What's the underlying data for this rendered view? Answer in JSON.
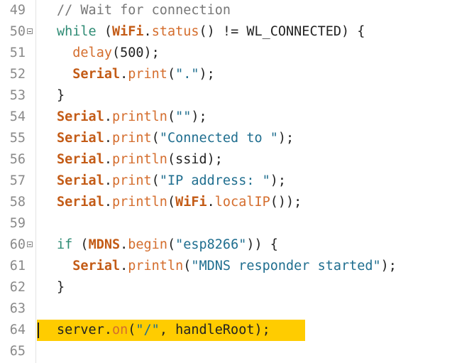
{
  "colors": {
    "background": "#ffffff",
    "line_number": "#8a8a8a",
    "highlight": "#ffcc00",
    "keyword": "#2e8b74",
    "object": "#c35b16",
    "function": "#d46d2d",
    "string": "#1f6e8f",
    "comment": "#777777"
  },
  "editor": {
    "lines": [
      {
        "n": "49",
        "tokens": [
          [
            "comment",
            "// Wait for connection"
          ]
        ]
      },
      {
        "n": "50",
        "fold": true,
        "tokens": [
          [
            "kw",
            "while"
          ],
          [
            "plain",
            " ("
          ],
          [
            "obj",
            "WiFi"
          ],
          [
            "plain",
            "."
          ],
          [
            "fn",
            "status"
          ],
          [
            "plain",
            "() != WL_CONNECTED) {"
          ]
        ]
      },
      {
        "n": "51",
        "tokens": [
          [
            "plain",
            "  "
          ],
          [
            "fn",
            "delay"
          ],
          [
            "plain",
            "(500);"
          ]
        ]
      },
      {
        "n": "52",
        "tokens": [
          [
            "plain",
            "  "
          ],
          [
            "obj",
            "Serial"
          ],
          [
            "plain",
            "."
          ],
          [
            "fn",
            "print"
          ],
          [
            "plain",
            "("
          ],
          [
            "str",
            "\".\""
          ],
          [
            "plain",
            ");"
          ]
        ]
      },
      {
        "n": "53",
        "tokens": [
          [
            "plain",
            "}"
          ]
        ]
      },
      {
        "n": "54",
        "tokens": [
          [
            "obj",
            "Serial"
          ],
          [
            "plain",
            "."
          ],
          [
            "fn",
            "println"
          ],
          [
            "plain",
            "("
          ],
          [
            "str",
            "\"\""
          ],
          [
            "plain",
            ");"
          ]
        ]
      },
      {
        "n": "55",
        "tokens": [
          [
            "obj",
            "Serial"
          ],
          [
            "plain",
            "."
          ],
          [
            "fn",
            "print"
          ],
          [
            "plain",
            "("
          ],
          [
            "str",
            "\"Connected to \""
          ],
          [
            "plain",
            ");"
          ]
        ]
      },
      {
        "n": "56",
        "tokens": [
          [
            "obj",
            "Serial"
          ],
          [
            "plain",
            "."
          ],
          [
            "fn",
            "println"
          ],
          [
            "plain",
            "(ssid);"
          ]
        ]
      },
      {
        "n": "57",
        "tokens": [
          [
            "obj",
            "Serial"
          ],
          [
            "plain",
            "."
          ],
          [
            "fn",
            "print"
          ],
          [
            "plain",
            "("
          ],
          [
            "str",
            "\"IP address: \""
          ],
          [
            "plain",
            ");"
          ]
        ]
      },
      {
        "n": "58",
        "tokens": [
          [
            "obj",
            "Serial"
          ],
          [
            "plain",
            "."
          ],
          [
            "fn",
            "println"
          ],
          [
            "plain",
            "("
          ],
          [
            "obj",
            "WiFi"
          ],
          [
            "plain",
            "."
          ],
          [
            "fn",
            "localIP"
          ],
          [
            "plain",
            "());"
          ]
        ]
      },
      {
        "n": "59",
        "tokens": []
      },
      {
        "n": "60",
        "fold": true,
        "tokens": [
          [
            "kw",
            "if"
          ],
          [
            "plain",
            " ("
          ],
          [
            "obj",
            "MDNS"
          ],
          [
            "plain",
            "."
          ],
          [
            "fn",
            "begin"
          ],
          [
            "plain",
            "("
          ],
          [
            "str",
            "\"esp8266\""
          ],
          [
            "plain",
            ")) {"
          ]
        ]
      },
      {
        "n": "61",
        "tokens": [
          [
            "plain",
            "  "
          ],
          [
            "obj",
            "Serial"
          ],
          [
            "plain",
            "."
          ],
          [
            "fn",
            "println"
          ],
          [
            "plain",
            "("
          ],
          [
            "str",
            "\"MDNS responder started\""
          ],
          [
            "plain",
            ");"
          ]
        ]
      },
      {
        "n": "62",
        "tokens": [
          [
            "plain",
            "}"
          ]
        ]
      },
      {
        "n": "63",
        "tokens": []
      },
      {
        "n": "64",
        "highlight": true,
        "tokens": [
          [
            "plain",
            "server."
          ],
          [
            "fn",
            "on"
          ],
          [
            "plain",
            "("
          ],
          [
            "str",
            "\"/\""
          ],
          [
            "plain",
            ", handleRoot);"
          ]
        ]
      },
      {
        "n": "65",
        "tokens": []
      }
    ]
  }
}
